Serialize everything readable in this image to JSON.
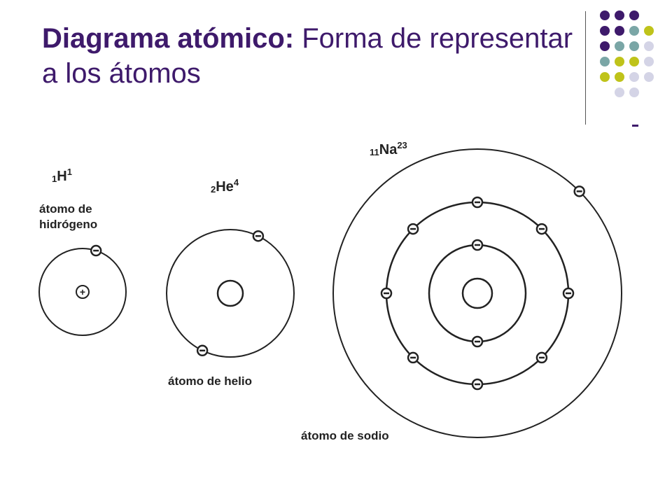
{
  "slide": {
    "title_bold": "Diagrama atómico:",
    "title_rest": " Forma de representar a los átomos"
  },
  "decor": {
    "dot_colors": [
      "#3e1a6b",
      "#7aa6a6",
      "#bfc31a",
      "#d4d4e6"
    ]
  },
  "atoms": [
    {
      "id": "hydrogen",
      "symbol": "H",
      "atomic_number": "1",
      "mass_number": "1",
      "caption_line1": "átomo de",
      "caption_line2": "hidrógeno",
      "nucleus_symbol": "+",
      "shells": [
        1
      ]
    },
    {
      "id": "helium",
      "symbol": "He",
      "atomic_number": "2",
      "mass_number": "4",
      "caption_line1": "átomo de helio",
      "caption_line2": "",
      "shells": [
        2
      ]
    },
    {
      "id": "sodium",
      "symbol": "Na",
      "atomic_number": "11",
      "mass_number": "23",
      "caption_line1": "átomo de sodio",
      "caption_line2": "",
      "shells": [
        2,
        8,
        1
      ]
    }
  ]
}
